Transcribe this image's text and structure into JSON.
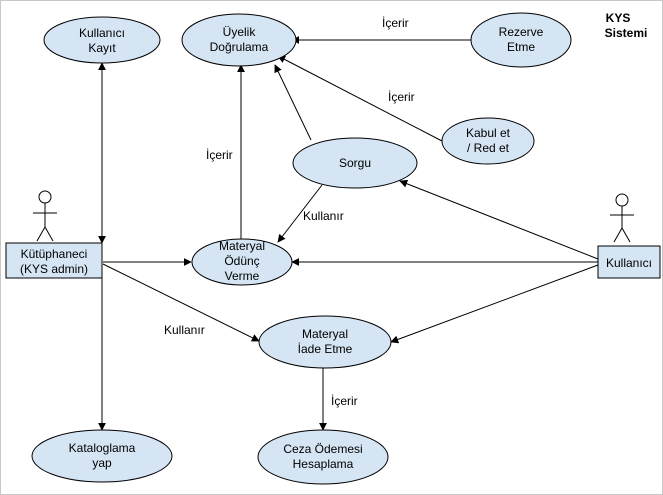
{
  "title": [
    "KYS",
    "Sistemi"
  ],
  "colors": {
    "node_fill": "#d5e5f4",
    "stroke": "#000000",
    "background": "#ffffff"
  },
  "use_cases": {
    "kullanici_kayit": [
      "Kullanıcı",
      "Kayıt"
    ],
    "uyelik_dogrulama": [
      "Üyelik",
      "Doğrulama"
    ],
    "rezerve_etme": [
      "Rezerve",
      "Etme"
    ],
    "kabul_red": [
      "Kabul et",
      "/ Red et"
    ],
    "sorgu": [
      "Sorgu"
    ],
    "materyal_odunc": [
      "Materyal",
      "Ödünç",
      "Verme"
    ],
    "materyal_iade": [
      "Materyal",
      "İade Etme"
    ],
    "kataloglama": [
      "Kataloglama",
      "yap"
    ],
    "ceza_odemesi": [
      "Ceza Ödemesi",
      "Hesaplama"
    ]
  },
  "actors": {
    "kutuphaneci": [
      "Kütüphaneci",
      "(KYS admin)"
    ],
    "kullanici": [
      "Kullanıcı"
    ]
  },
  "relation_labels": {
    "rezerve_icerir": "İçerir",
    "kabul_icerir": "İçerir",
    "odunc_icerir": "İçerir",
    "sorgu_kullanir": "Kullanır",
    "kutuphaneci_kullanir": "Kullanır",
    "iade_icerir": "İçerir"
  }
}
